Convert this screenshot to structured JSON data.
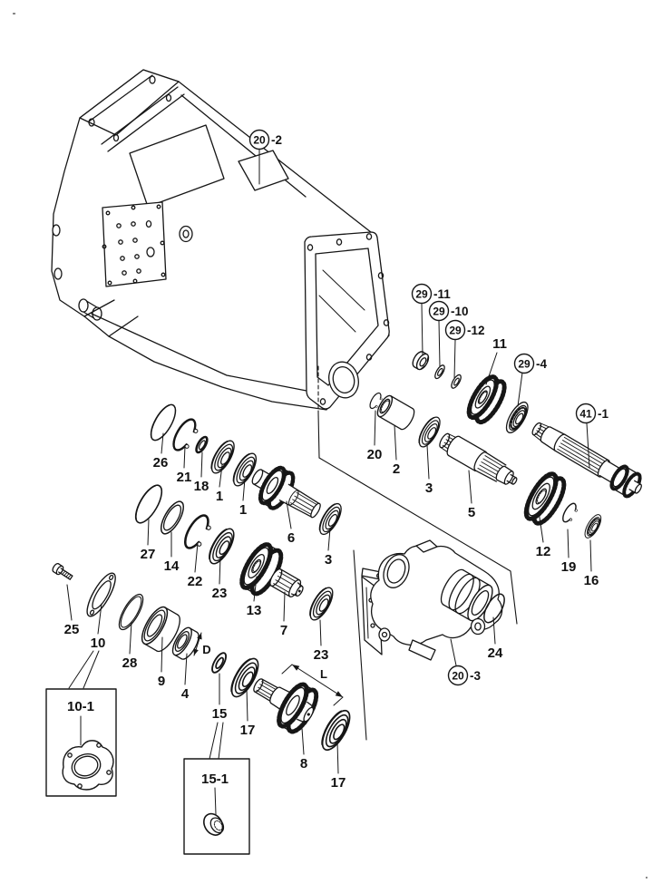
{
  "diagram": {
    "type": "exploded-parts-diagram",
    "subject": "transmission-gearbox",
    "line_color": "#161616",
    "background_color": "#ffffff"
  },
  "callouts": {
    "c20_2": {
      "num": "20",
      "suffix": "-2"
    },
    "c29_11": {
      "num": "29",
      "suffix": "-11"
    },
    "c29_10": {
      "num": "29",
      "suffix": "-10"
    },
    "c29_12": {
      "num": "29",
      "suffix": "-12"
    },
    "c29_4": {
      "num": "29",
      "suffix": "-4"
    },
    "c41_1": {
      "num": "41",
      "suffix": "-1"
    },
    "c20_3": {
      "num": "20",
      "suffix": "-3"
    }
  },
  "labels": {
    "n11": "11",
    "n20": "20",
    "n2": "2",
    "n3b": "3",
    "n5": "5",
    "n12": "12",
    "n19": "19",
    "n16": "16",
    "n24": "24",
    "n26": "26",
    "n21": "21",
    "n18": "18",
    "n1a": "1",
    "n1b": "1",
    "n6": "6",
    "n3a": "3",
    "n27": "27",
    "n14": "14",
    "n22": "22",
    "n23a": "23",
    "n13": "13",
    "n7": "7",
    "n23b": "23",
    "n25": "25",
    "n10": "10",
    "n28": "28",
    "n9": "9",
    "n4": "4",
    "n15": "15",
    "n17a": "17",
    "n8": "8",
    "n17b": "17"
  },
  "dimensions": {
    "diameter": "D",
    "length": "L"
  },
  "insets": {
    "box10": {
      "label": "10-1"
    },
    "box15": {
      "label": "15-1"
    }
  }
}
